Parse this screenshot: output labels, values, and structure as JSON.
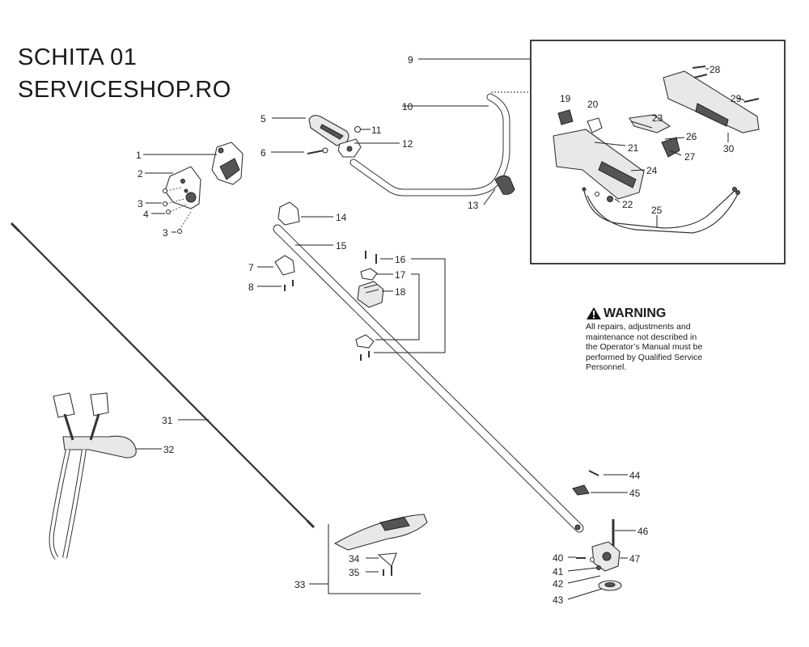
{
  "header": {
    "line1": "SCHITA 01",
    "line2": "SERVICESHOP.RO"
  },
  "warning": {
    "heading": "WARNING",
    "lines": [
      "All repairs, adjustments and",
      "maintenance not described in",
      "the Operator’s Manual must be",
      "performed by Qualified Service",
      "Personnel."
    ]
  },
  "callouts": {
    "p1": "1",
    "p2": "2",
    "p3a": "3",
    "p3b": "3",
    "p4": "4",
    "p5": "5",
    "p6": "6",
    "p7": "7",
    "p8": "8",
    "p9": "9",
    "p10": "10",
    "p11": "11",
    "p12": "12",
    "p13": "13",
    "p14": "14",
    "p15": "15",
    "p16": "16",
    "p17": "17",
    "p18": "18",
    "p19": "19",
    "p20": "20",
    "p21": "21",
    "p22": "22",
    "p23": "23",
    "p24": "24",
    "p25": "25",
    "p26": "26",
    "p27": "27",
    "p28": "28",
    "p29": "29",
    "p30": "30",
    "p31": "31",
    "p32": "32",
    "p33": "33",
    "p34": "34",
    "p35": "35",
    "p40": "40",
    "p41": "41",
    "p42": "42",
    "p43": "43",
    "p44": "44",
    "p45": "45",
    "p46": "46",
    "p47": "47"
  }
}
